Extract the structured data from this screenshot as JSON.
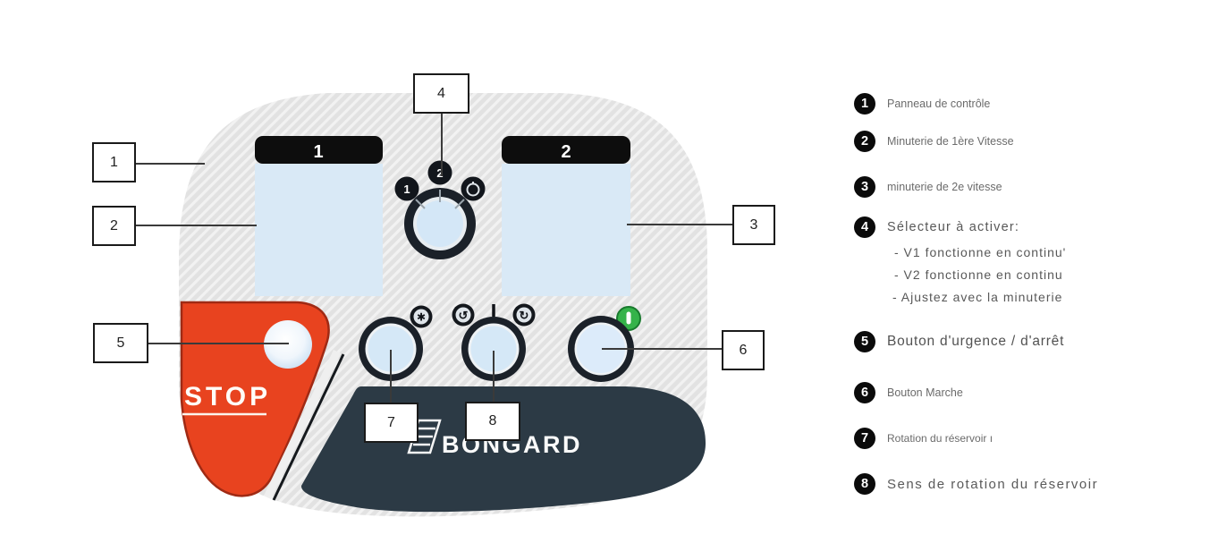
{
  "panel": {
    "display_1_label": "1",
    "display_2_label": "2",
    "selector": {
      "position_1": "1",
      "position_2": "2"
    },
    "stop_label": "STOP",
    "brand_label": "BONGARD",
    "icons": {
      "mixer": "✱",
      "rotate_ccw": "↺",
      "rotate_cw": "↻"
    }
  },
  "callouts": [
    {
      "label": "1"
    },
    {
      "label": "2"
    },
    {
      "label": "3"
    },
    {
      "label": "4"
    },
    {
      "label": "5"
    },
    {
      "label": "6"
    },
    {
      "label": "7"
    },
    {
      "label": "8"
    }
  ],
  "legend": {
    "items": [
      {
        "num": "1",
        "text": "Panneau de contrôle"
      },
      {
        "num": "2",
        "text": "Minuterie de 1ère Vitesse"
      },
      {
        "num": "3",
        "text": "minuterie de 2e vitesse"
      },
      {
        "num": "4",
        "text": "Sélecteur à activer:",
        "sub": [
          "- V1 fonctionne en continu'",
          "- V2 fonctionne en continu",
          "- Ajustez avec la minuterie"
        ]
      },
      {
        "num": "5",
        "text": "Bouton d'urgence / d'arrêt"
      },
      {
        "num": "6",
        "text": "Bouton Marche"
      },
      {
        "num": "7",
        "text": "Rotation du réservoir ı"
      },
      {
        "num": "8",
        "text": "Sens de rotation du réservoir"
      }
    ]
  },
  "colors": {
    "red": "#e8431f",
    "navy": "#2c3a45",
    "display_blue": "#d9e9f6",
    "green": "#35b34a"
  }
}
